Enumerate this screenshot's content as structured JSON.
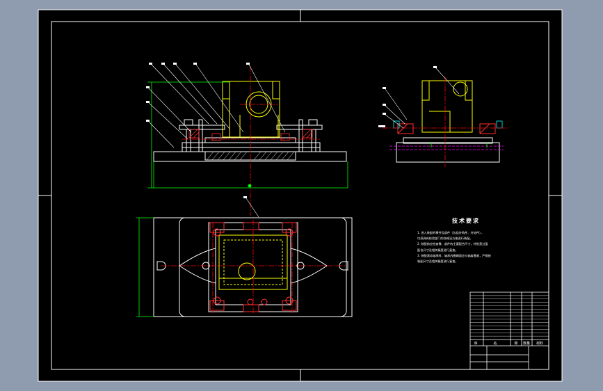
{
  "tech_requirements": {
    "title": "技术要求",
    "lines": [
      "1. 进入装配的零件及部件（包括外购件、外协件），",
      "   均须具有检验部门的合格证方能进行装配。",
      "2. 装配前应检查零、部件的主要配合尺寸，特别是过盈",
      "   配合尺寸及相关精度进行复查。",
      "3. 装配滚动轴承时，轴承内圈端面应与轴肩靠紧，严格按",
      "   装配尺寸及相关精度进行复查。"
    ]
  },
  "title_block": {
    "header": [
      "序",
      "名",
      "称",
      "数量",
      "材料"
    ],
    "rows": 14
  },
  "colors": {
    "background": "#8f9cb0",
    "sheet": "#000000",
    "frame": "#ffffff",
    "part_yellow": "#ffff00",
    "section_red": "#ff3030",
    "fixture_white": "#ffffff",
    "dimension_green": "#00ff00",
    "centerline_red": "#ff0000",
    "magenta": "#ff00ff"
  }
}
